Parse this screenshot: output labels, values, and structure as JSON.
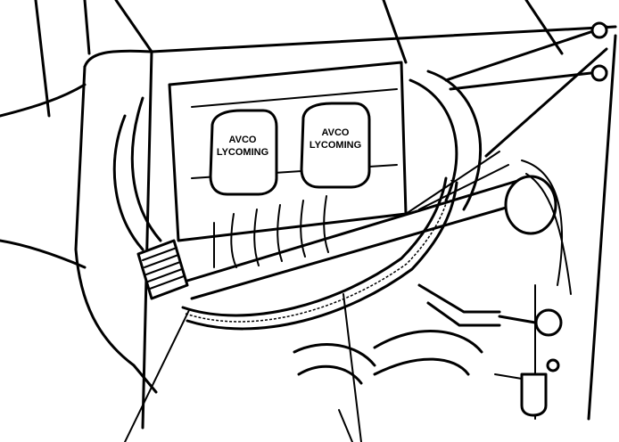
{
  "diagram": {
    "decals": [
      {
        "line1": "AVCO",
        "line2": "LYCOMING"
      },
      {
        "line1": "AVCO",
        "line2": "LYCOMING"
      }
    ]
  }
}
